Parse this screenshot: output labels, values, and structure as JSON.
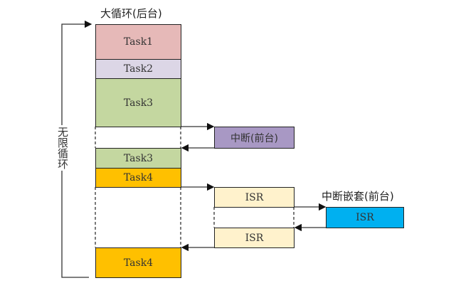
{
  "labels": {
    "background": "大循环(后台)",
    "loop": "无限循环",
    "nested": "中断嵌套(前台)"
  },
  "main_blocks": [
    {
      "label": "Task1",
      "color": "#e6b9b8"
    },
    {
      "label": "Task2",
      "color": "#dcd6e6"
    },
    {
      "label": "Task3",
      "color": "#c4d7a0"
    },
    {
      "label": "Task3",
      "color": "#c4d7a0"
    },
    {
      "label": "Task4",
      "color": "#ffc000"
    },
    {
      "label": "Task4",
      "color": "#ffc000"
    }
  ],
  "interrupt": {
    "label": "中断(前台)",
    "color": "#a898c4"
  },
  "isr_blocks": [
    {
      "label": "ISR",
      "color": "#fff2cc"
    },
    {
      "label": "ISR",
      "color": "#fff2cc"
    }
  ],
  "nested_isr": {
    "label": "ISR",
    "color": "#00b0f0"
  }
}
